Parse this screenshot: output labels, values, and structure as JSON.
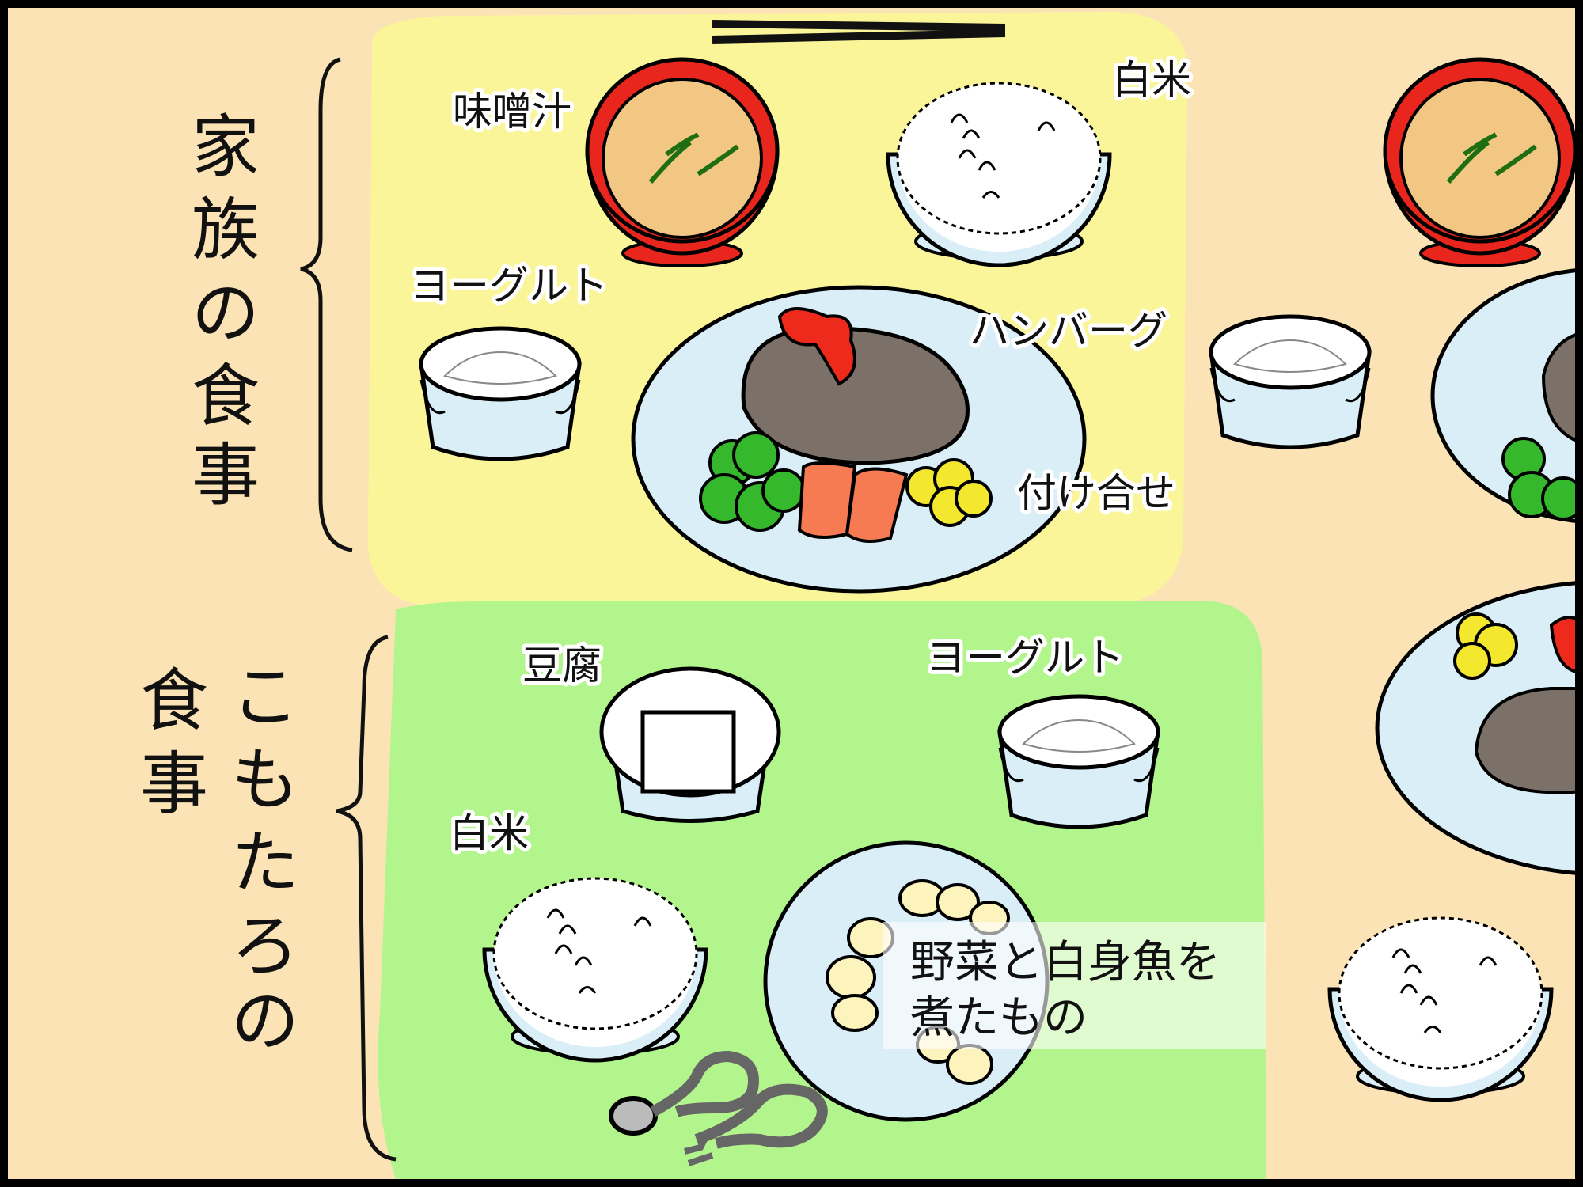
{
  "headings": {
    "family_meal": [
      "家",
      "族",
      "の",
      "食",
      "事"
    ],
    "child_meal_col1": [
      "こ",
      "も",
      "た",
      "ろ",
      "の"
    ],
    "child_meal_col2": [
      "食",
      "事"
    ]
  },
  "family_labels": {
    "miso_soup": "味噌汁",
    "white_rice": "白米",
    "yogurt": "ヨーグルト",
    "hamburg": "ハンバーグ",
    "side_dish": "付け合せ"
  },
  "child_labels": {
    "tofu": "豆腐",
    "yogurt": "ヨーグルト",
    "white_rice": "白米",
    "simmered_line1": "野菜と白身魚を",
    "simmered_line2": "煮たもの"
  },
  "colors": {
    "table": "#fbe3b5",
    "family_area": "#fbf59a",
    "child_area": "#b3f58d",
    "bowl_red": "#e8261d",
    "miso": "#f2c784",
    "plate": "#daeef7",
    "hamburg": "#7b7168",
    "ketchup": "#ee2a1c",
    "broccoli": "#35b82b",
    "carrot": "#f77b52",
    "corn": "#f4e82e"
  }
}
